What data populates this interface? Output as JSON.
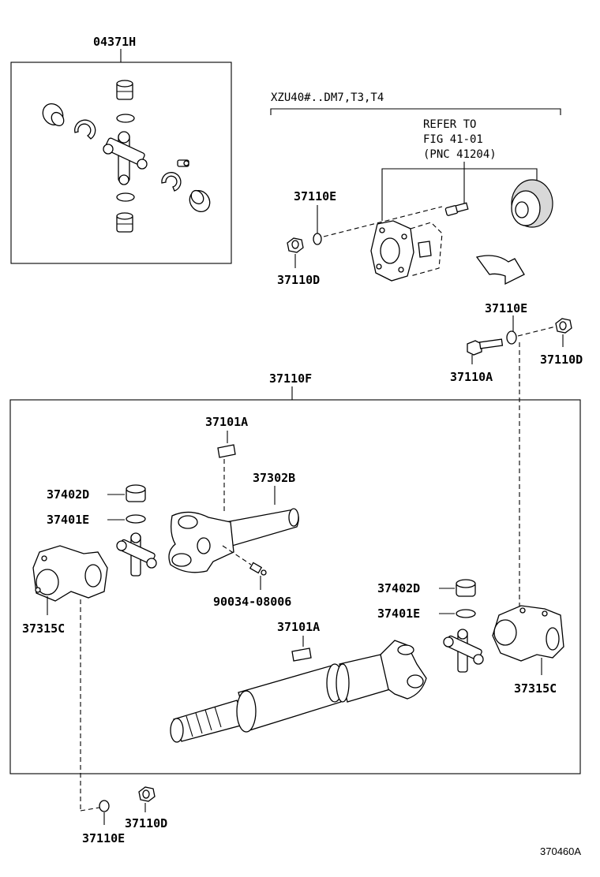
{
  "labels": {
    "kit": "04371H",
    "model_note": "XZU40#..DM7,T3,T4",
    "refer_line1": "REFER TO",
    "refer_line2": "FIG 41-01",
    "refer_line3": "(PNC 41204)",
    "washer_top": "37110E",
    "nut_top": "37110D",
    "washer_mid": "37110E",
    "bolt_mid": "37110A",
    "nut_mid": "37110D",
    "assy": "37110F",
    "bearing_upper_1": "37101A",
    "yoke_sleeve": "37302B",
    "cup_left": "37402D",
    "ring_left": "37401E",
    "grease_fitting": "90034-08006",
    "flange_left": "37315C",
    "cup_right": "37402D",
    "ring_right": "37401E",
    "bearing_upper_2": "37101A",
    "flange_right": "37315C",
    "nut_bottom": "37110D",
    "washer_bottom": "37110E",
    "diagram_id": "370460A"
  }
}
